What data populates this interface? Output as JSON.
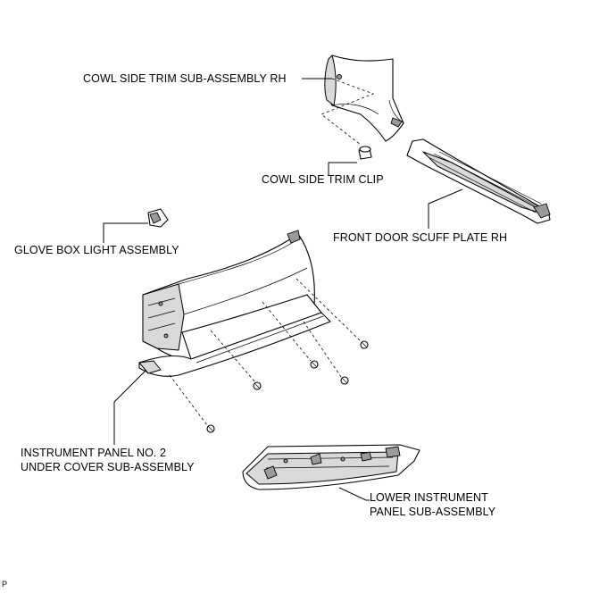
{
  "labels": {
    "cowl_side_trim": "COWL SIDE TRIM SUB-ASSEMBLY RH",
    "cowl_side_trim_clip": "COWL SIDE TRIM CLIP",
    "front_door_scuff_plate": "FRONT DOOR SCUFF PLATE RH",
    "glove_box_light": "GLOVE BOX LIGHT ASSEMBLY",
    "under_cover_line1": "INSTRUMENT PANEL NO. 2",
    "under_cover_line2": "UNDER COVER SUB-ASSEMBLY",
    "lower_panel_line1": "LOWER INSTRUMENT",
    "lower_panel_line2": "PANEL SUB-ASSEMBLY",
    "corner_mark": "P"
  }
}
